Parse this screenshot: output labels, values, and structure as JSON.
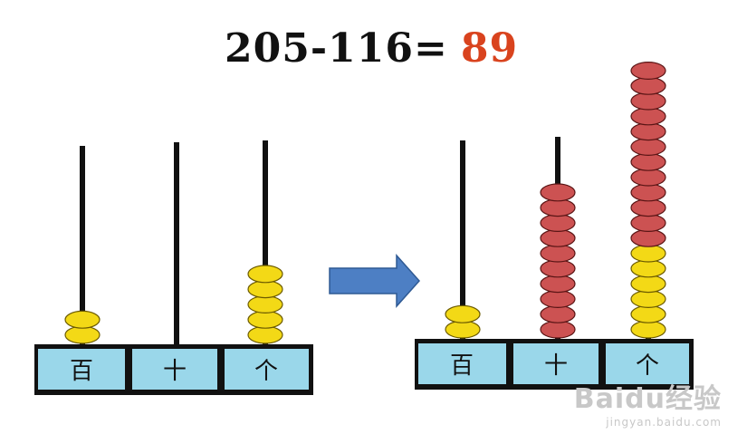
{
  "equation": {
    "expression": "205-116=",
    "answer": "89"
  },
  "colors": {
    "rod": "#111111",
    "frame": "#111111",
    "label_box": "#9ad7ea",
    "yellow_bead": "#f3d916",
    "yellow_bead_edge": "#6b5a00",
    "red_bead": "#cc5252",
    "red_bead_edge": "#5a1515",
    "arrow": "#4d7fc4",
    "arrow_edge": "#2f5a94",
    "answer": "#d9431e"
  },
  "abaci": [
    {
      "name": "before",
      "columns": [
        {
          "label": "百",
          "beads": [
            {
              "color": "yellow",
              "count": 2
            }
          ]
        },
        {
          "label": "十",
          "beads": []
        },
        {
          "label": "个",
          "beads": [
            {
              "color": "yellow",
              "count": 5
            }
          ]
        }
      ]
    },
    {
      "name": "after",
      "columns": [
        {
          "label": "百",
          "beads": [
            {
              "color": "yellow",
              "count": 2
            }
          ]
        },
        {
          "label": "十",
          "beads": [
            {
              "color": "red",
              "count": 10
            }
          ]
        },
        {
          "label": "个",
          "beads": [
            {
              "color": "yellow",
              "count": 6
            },
            {
              "color": "red",
              "count": 12
            }
          ]
        }
      ]
    }
  ],
  "watermark": {
    "brand": "Baidu经验",
    "url": "jingyan.baidu.com"
  }
}
